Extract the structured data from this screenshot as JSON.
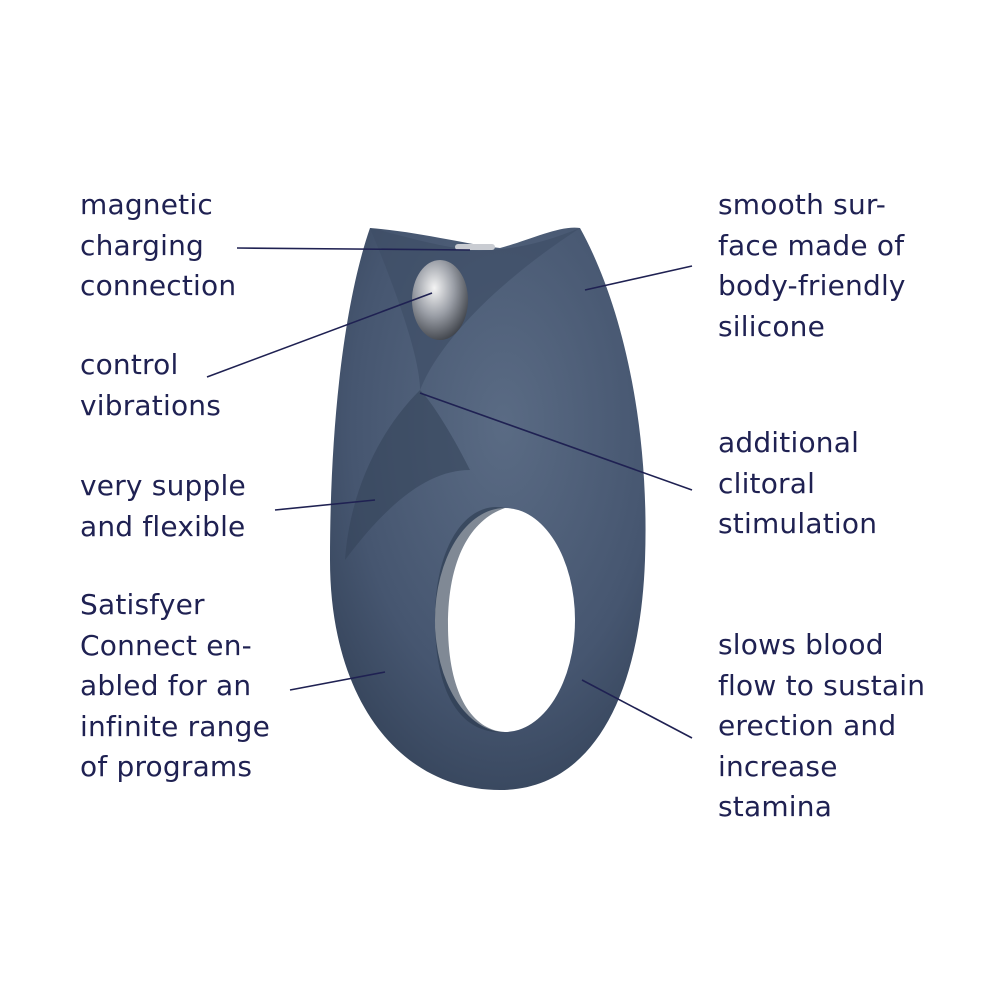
{
  "colors": {
    "text": "#1f2152",
    "product": "#4b5b73",
    "leader": "#1f2152"
  },
  "labels_left": [
    {
      "id": "magnetic",
      "lines": [
        "magnetic",
        "charging",
        "connection"
      ]
    },
    {
      "id": "control",
      "lines": [
        "control",
        "vibrations"
      ]
    },
    {
      "id": "supple",
      "lines": [
        "very supple",
        "and flexible"
      ]
    },
    {
      "id": "connect",
      "lines": [
        "Satisfyer",
        "Connect en-",
        "abled for an",
        "infinite range",
        "of programs"
      ]
    }
  ],
  "labels_right": [
    {
      "id": "smooth",
      "lines": [
        "smooth sur-",
        "face made of",
        "body-friendly",
        "silicone"
      ]
    },
    {
      "id": "clitoral",
      "lines": [
        "additional",
        "clitoral",
        "stimulation"
      ]
    },
    {
      "id": "bloodflow",
      "lines": [
        "slows blood",
        "flow to sustain",
        "erection and",
        "increase",
        "stamina"
      ]
    }
  ]
}
